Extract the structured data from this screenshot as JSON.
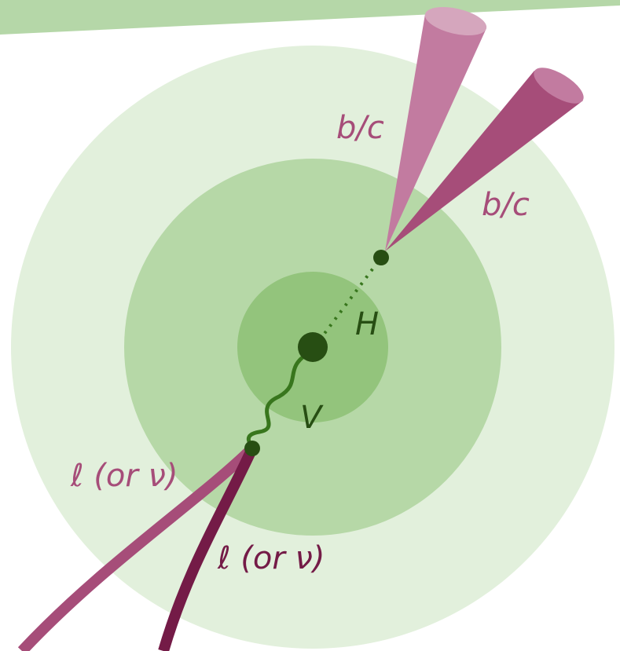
{
  "labels": {
    "higgs": "H",
    "vector_boson": "V",
    "jet_1": "b/c",
    "jet_2": "b/c",
    "lepton_1": "ℓ (or ν)",
    "lepton_2": "ℓ (or ν)"
  },
  "colors": {
    "header_band": "#b5d7a8",
    "outer_ring": "#e2f0dc",
    "middle_ring": "#b6d8a7",
    "inner_ring": "#93c47c",
    "vertex": "#274e13",
    "boson_line": "#38761d",
    "jet_light": "#c27ba0",
    "jet_light_cap": "#d5a6bd",
    "jet_dark": "#a64d79",
    "jet_dark_cap": "#c27ba0",
    "lepton_light": "#a64d79",
    "lepton_dark": "#741b47",
    "label_pink": "#a64d79",
    "label_green": "#274e13"
  }
}
